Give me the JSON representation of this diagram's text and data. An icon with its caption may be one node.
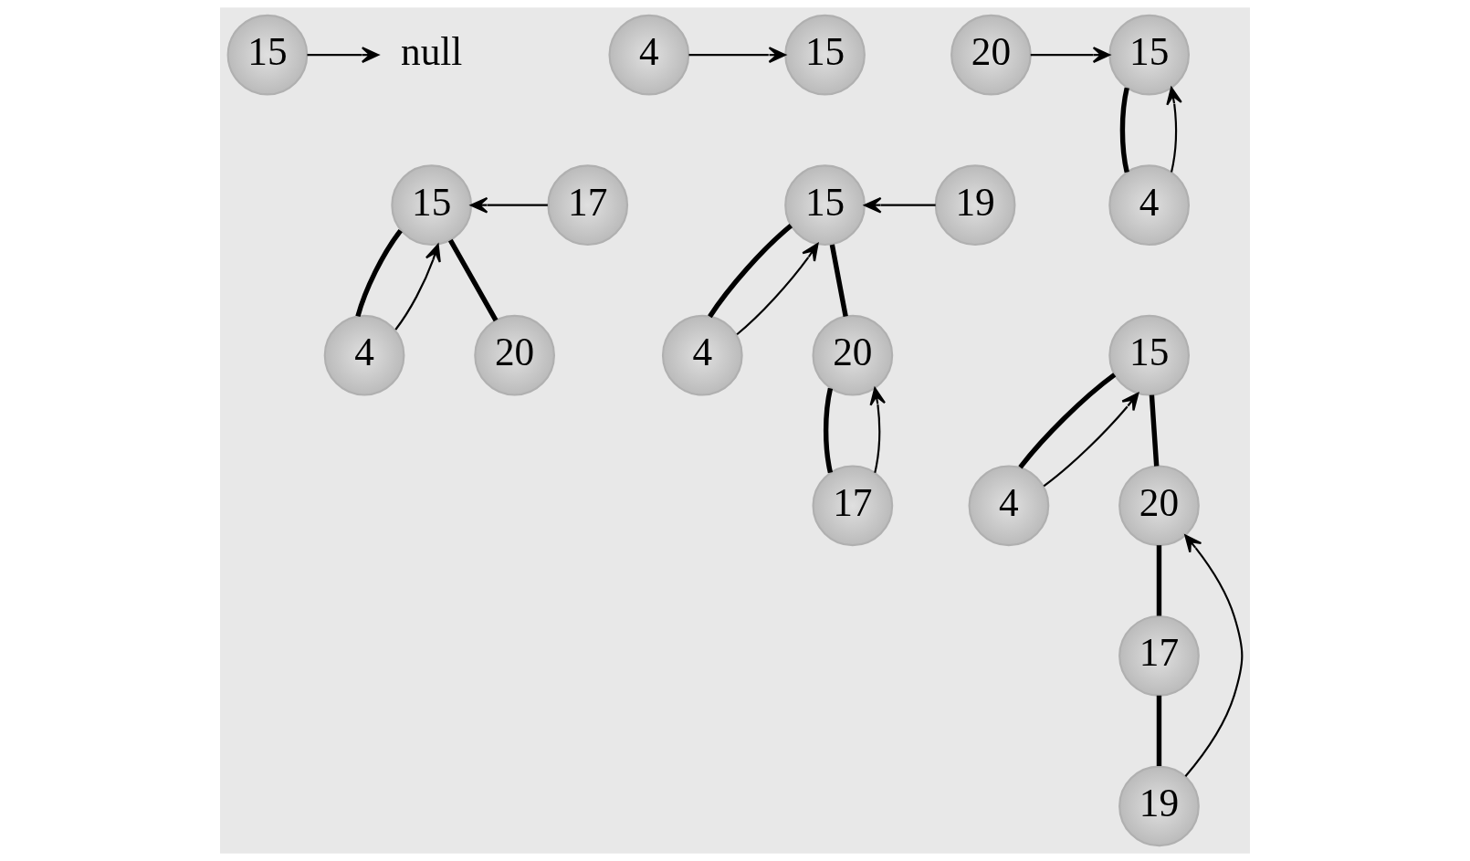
{
  "diagram": {
    "nodes": [
      {
        "text": [
          "15"
        ]
      },
      {
        "text": [
          "null"
        ]
      },
      {
        "text": [
          "4"
        ]
      },
      {
        "text": [
          "15"
        ]
      },
      {
        "text": [
          "20"
        ]
      },
      {
        "text": [
          "15"
        ]
      },
      {
        "text": [
          "4"
        ]
      },
      {
        "text": [
          "17"
        ]
      },
      {
        "text": [
          "15"
        ]
      },
      {
        "text": [
          "4"
        ]
      },
      {
        "text": [
          "20"
        ]
      },
      {
        "text": [
          "19"
        ]
      },
      {
        "text": [
          "15"
        ]
      },
      {
        "text": [
          "4"
        ]
      },
      {
        "text": [
          "20"
        ]
      },
      {
        "text": [
          "17"
        ]
      },
      {
        "text": [
          "15"
        ]
      },
      {
        "text": [
          "4"
        ]
      },
      {
        "text": [
          "20"
        ]
      },
      {
        "text": [
          "17"
        ]
      },
      {
        "text": [
          "19"
        ]
      }
    ],
    "edges": [
      {
        "from": 0,
        "to": 1,
        "arrow": "to"
      },
      {
        "from": 2,
        "to": 3,
        "arrow": "to"
      },
      {
        "from": 4,
        "to": 5,
        "arrow": "to"
      },
      {
        "from": 5,
        "to": 6,
        "arrow": "none",
        "style": "thick"
      },
      {
        "from": 6,
        "to": 5,
        "arrow": "to"
      },
      {
        "from": 7,
        "to": 8,
        "arrow": "to"
      },
      {
        "from": 8,
        "to": 9,
        "arrow": "none",
        "style": "thick"
      },
      {
        "from": 8,
        "to": 10,
        "arrow": "none",
        "style": "thick"
      },
      {
        "from": 9,
        "to": 8,
        "arrow": "to"
      },
      {
        "from": 11,
        "to": 12,
        "arrow": "to"
      },
      {
        "from": 12,
        "to": 13,
        "arrow": "none",
        "style": "thick"
      },
      {
        "from": 12,
        "to": 14,
        "arrow": "none",
        "style": "thick"
      },
      {
        "from": 14,
        "to": 15,
        "arrow": "none",
        "style": "thick"
      },
      {
        "from": 13,
        "to": 12,
        "arrow": "to"
      },
      {
        "from": 15,
        "to": 14,
        "arrow": "to"
      },
      {
        "from": 16,
        "to": 17,
        "arrow": "none",
        "style": "thick"
      },
      {
        "from": 16,
        "to": 18,
        "arrow": "none",
        "style": "thick"
      },
      {
        "from": 18,
        "to": 19,
        "arrow": "none",
        "style": "thick"
      },
      {
        "from": 19,
        "to": 20,
        "arrow": "none",
        "style": "thick"
      },
      {
        "from": 17,
        "to": 16,
        "arrow": "to"
      },
      {
        "from": 20,
        "to": 18,
        "arrow": "to"
      }
    ]
  }
}
